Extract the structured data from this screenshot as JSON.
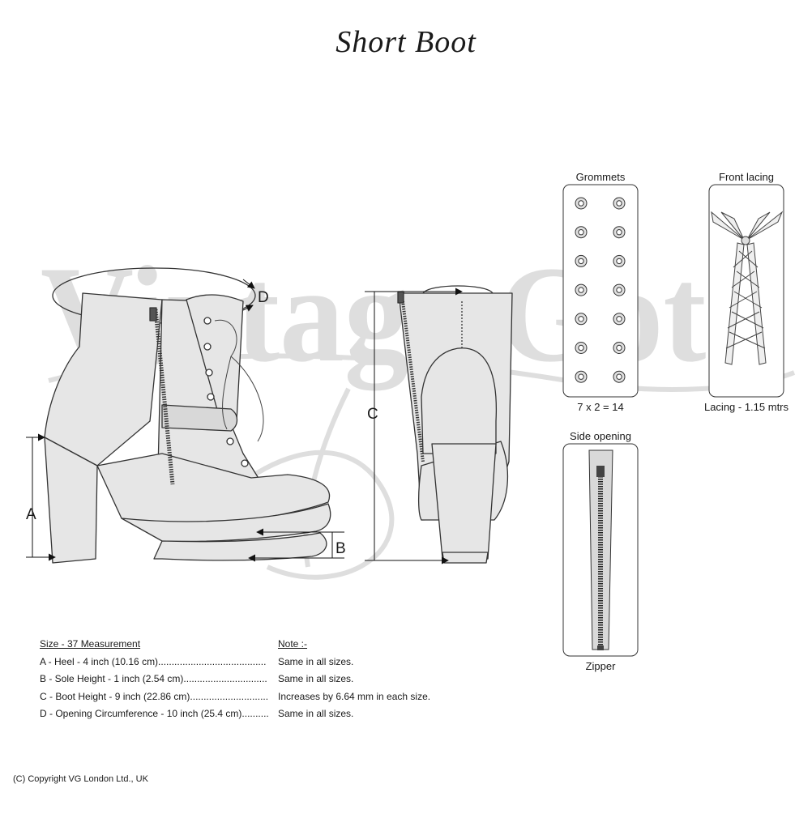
{
  "title": "Short Boot",
  "watermark": "Vintage Goth",
  "dimension_labels": {
    "a": "A",
    "b": "B",
    "c": "C",
    "d": "D"
  },
  "details": {
    "grommets": {
      "title": "Grommets",
      "caption": "7 x 2 = 14",
      "rows": 7,
      "cols": 2
    },
    "front_lacing": {
      "title": "Front lacing",
      "caption": "Lacing - 1.15 mtrs"
    },
    "side_opening": {
      "title": "Side opening",
      "caption": "Zipper"
    }
  },
  "table": {
    "header": {
      "label": "Size - 37 Measurement",
      "note": "Note :-"
    },
    "rows": [
      {
        "label": "A - Heel  - 4 inch (10.16 cm)........................................",
        "note": "Same in all sizes."
      },
      {
        "label": "B - Sole Height - 1 inch (2.54 cm)...............................",
        "note": "Same in all sizes."
      },
      {
        "label": "C - Boot Height - 9 inch (22.86 cm).............................",
        "note": "Increases by 6.64 mm in each size."
      },
      {
        "label": "D - Opening Circumference - 10 inch (25.4 cm)..........",
        "note": "Same in all sizes."
      }
    ]
  },
  "copyright": "(C) Copyright VG London Ltd., UK",
  "colors": {
    "fill": "#e6e6e6",
    "stroke": "#333333",
    "watermark": "#dcdcdc"
  }
}
